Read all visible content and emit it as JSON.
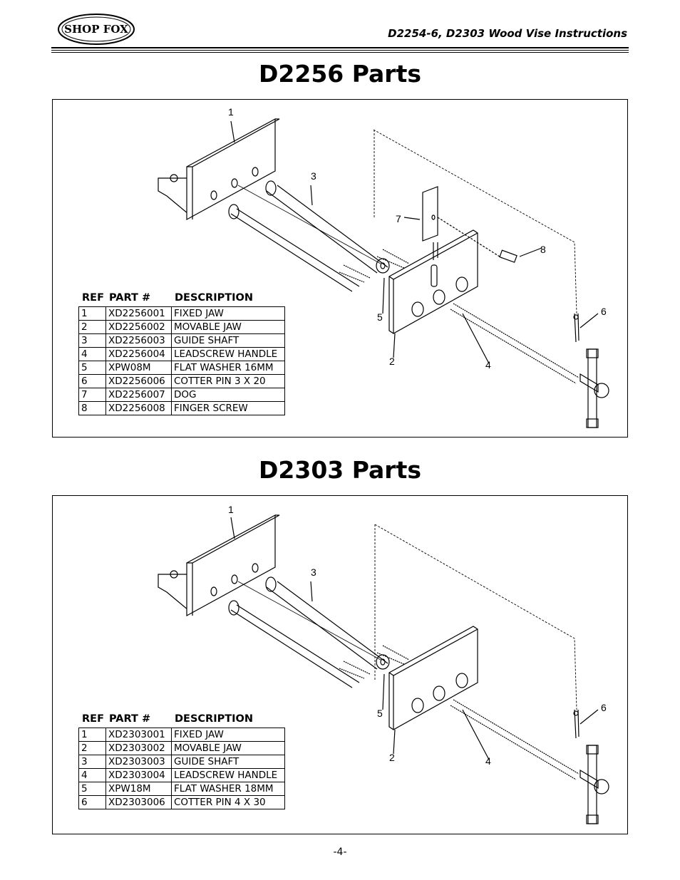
{
  "header": {
    "logo_text": "SHOP FOX",
    "title": "D2254-6, D2303 Wood Vise Instructions"
  },
  "sections": [
    {
      "title": "D2256 Parts",
      "callouts": [
        "1",
        "3",
        "7",
        "8",
        "6",
        "5",
        "2",
        "4"
      ],
      "table": {
        "headers": {
          "ref": "REF",
          "part": "PART #",
          "desc": "DESCRIPTION"
        },
        "rows": [
          {
            "ref": "1",
            "part": "XD2256001",
            "desc": "FIXED JAW"
          },
          {
            "ref": "2",
            "part": "XD2256002",
            "desc": "MOVABLE JAW"
          },
          {
            "ref": "3",
            "part": "XD2256003",
            "desc": "GUIDE SHAFT"
          },
          {
            "ref": "4",
            "part": "XD2256004",
            "desc": "LEADSCREW HANDLE"
          },
          {
            "ref": "5",
            "part": "XPW08M",
            "desc": "FLAT WASHER 16MM"
          },
          {
            "ref": "6",
            "part": "XD2256006",
            "desc": "COTTER PIN 3 X 20"
          },
          {
            "ref": "7",
            "part": "XD2256007",
            "desc": "DOG"
          },
          {
            "ref": "8",
            "part": "XD2256008",
            "desc": "FINGER SCREW"
          }
        ]
      }
    },
    {
      "title": "D2303 Parts",
      "callouts": [
        "1",
        "3",
        "6",
        "5",
        "2",
        "4"
      ],
      "table": {
        "headers": {
          "ref": "REF",
          "part": "PART #",
          "desc": "DESCRIPTION"
        },
        "rows": [
          {
            "ref": "1",
            "part": "XD2303001",
            "desc": "FIXED JAW"
          },
          {
            "ref": "2",
            "part": "XD2303002",
            "desc": "MOVABLE JAW"
          },
          {
            "ref": "3",
            "part": "XD2303003",
            "desc": "GUIDE SHAFT"
          },
          {
            "ref": "4",
            "part": "XD2303004",
            "desc": "LEADSCREW HANDLE"
          },
          {
            "ref": "5",
            "part": "XPW18M",
            "desc": "FLAT WASHER 18MM"
          },
          {
            "ref": "6",
            "part": "XD2303006",
            "desc": "COTTER PIN 4 X 30"
          }
        ]
      }
    }
  ],
  "footer": {
    "page_number": "-4-"
  }
}
